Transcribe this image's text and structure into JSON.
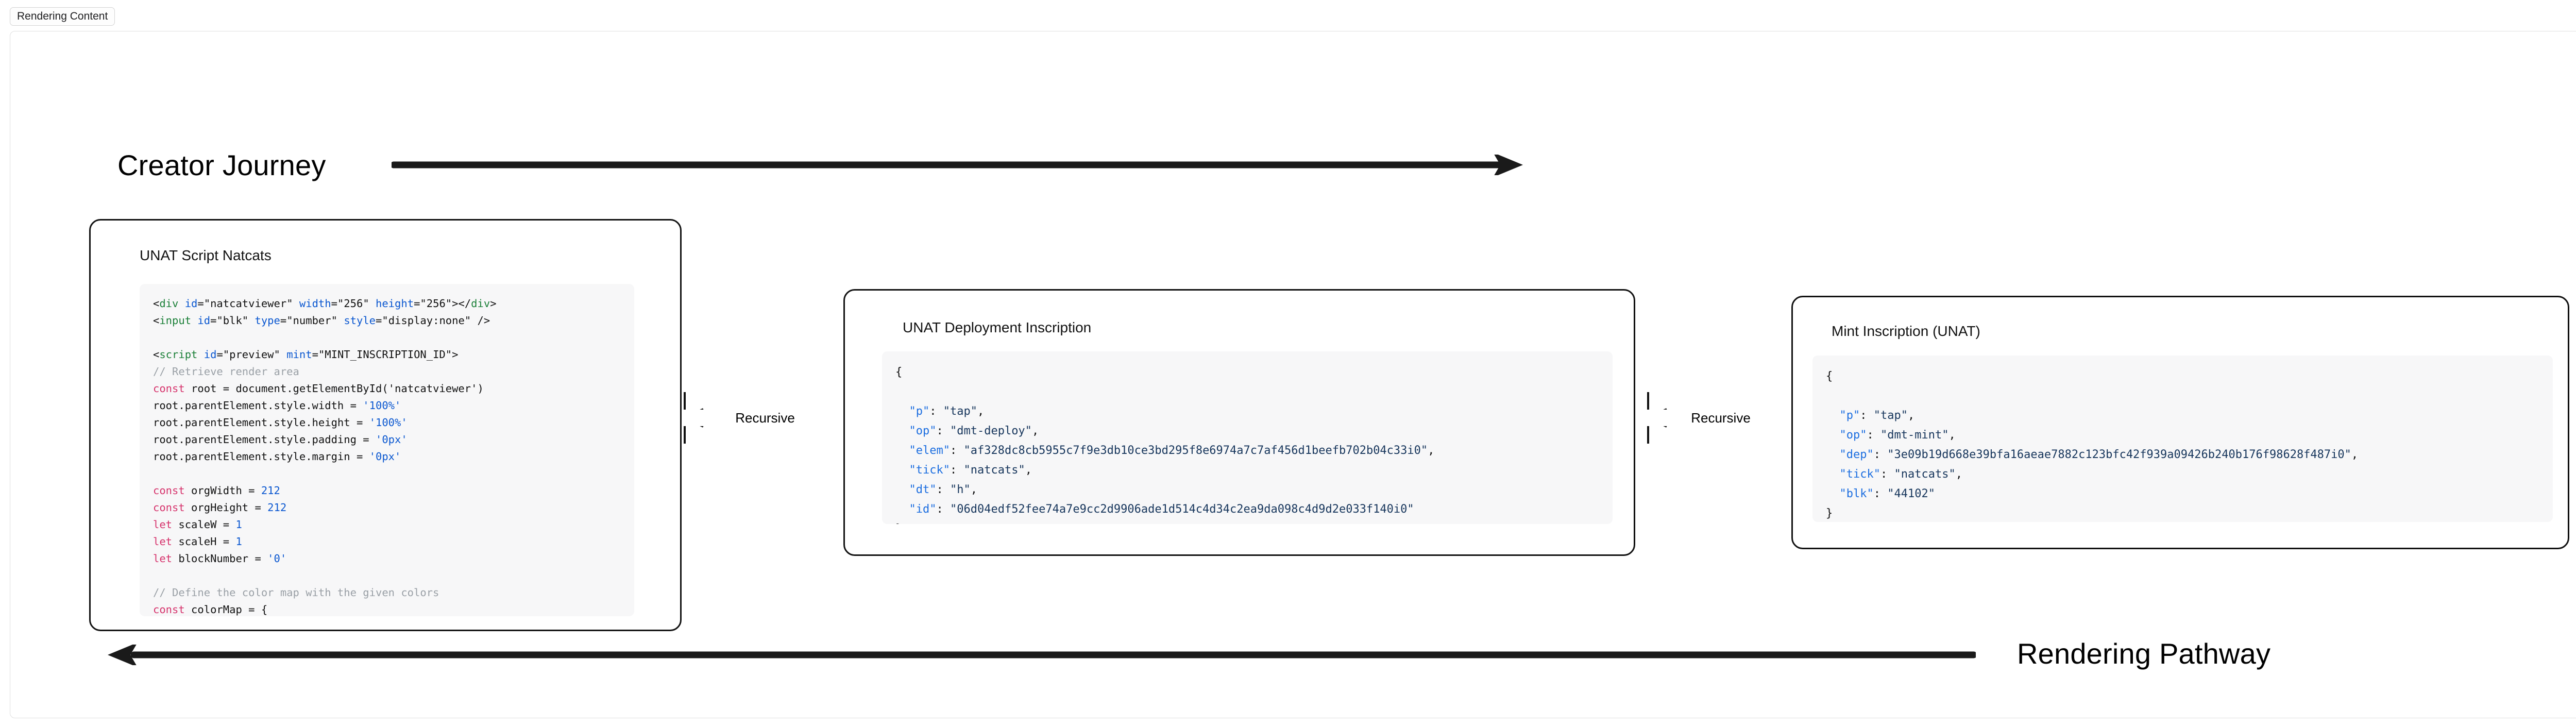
{
  "tab": {
    "label": "Rendering Content"
  },
  "headings": {
    "creator_journey": "Creator Journey",
    "rendering_pathway": "Rendering Pathway"
  },
  "connectors": [
    {
      "label": "Recursive",
      "direction": "left"
    },
    {
      "label": "Recursive",
      "direction": "left"
    }
  ],
  "panels": {
    "unat_script": {
      "title": "UNAT Script Natcats",
      "code_lines": [
        {
          "tokens": [
            {
              "t": "punct",
              "v": "<"
            },
            {
              "t": "tag",
              "v": "div"
            },
            {
              "t": "punct",
              "v": " "
            },
            {
              "t": "attr",
              "v": "id"
            },
            {
              "t": "punct",
              "v": "="
            },
            {
              "t": "str",
              "v": "\"natcatviewer\""
            },
            {
              "t": "punct",
              "v": " "
            },
            {
              "t": "attr",
              "v": "width"
            },
            {
              "t": "punct",
              "v": "="
            },
            {
              "t": "str",
              "v": "\"256\""
            },
            {
              "t": "punct",
              "v": " "
            },
            {
              "t": "attr",
              "v": "height"
            },
            {
              "t": "punct",
              "v": "="
            },
            {
              "t": "str",
              "v": "\"256\""
            },
            {
              "t": "punct",
              "v": "></"
            },
            {
              "t": "tag",
              "v": "div"
            },
            {
              "t": "punct",
              "v": ">"
            }
          ]
        },
        {
          "tokens": [
            {
              "t": "punct",
              "v": "<"
            },
            {
              "t": "tag",
              "v": "input"
            },
            {
              "t": "punct",
              "v": " "
            },
            {
              "t": "attr",
              "v": "id"
            },
            {
              "t": "punct",
              "v": "="
            },
            {
              "t": "str",
              "v": "\"blk\""
            },
            {
              "t": "punct",
              "v": " "
            },
            {
              "t": "attr",
              "v": "type"
            },
            {
              "t": "punct",
              "v": "="
            },
            {
              "t": "str",
              "v": "\"number\""
            },
            {
              "t": "punct",
              "v": " "
            },
            {
              "t": "attr",
              "v": "style"
            },
            {
              "t": "punct",
              "v": "="
            },
            {
              "t": "str",
              "v": "\"display:none\""
            },
            {
              "t": "punct",
              "v": " />"
            }
          ]
        },
        {
          "tokens": []
        },
        {
          "tokens": [
            {
              "t": "punct",
              "v": "<"
            },
            {
              "t": "tag",
              "v": "script"
            },
            {
              "t": "punct",
              "v": " "
            },
            {
              "t": "attr",
              "v": "id"
            },
            {
              "t": "punct",
              "v": "="
            },
            {
              "t": "str",
              "v": "\"preview\""
            },
            {
              "t": "punct",
              "v": " "
            },
            {
              "t": "attr",
              "v": "mint"
            },
            {
              "t": "punct",
              "v": "="
            },
            {
              "t": "str",
              "v": "\"MINT_INSCRIPTION_ID\""
            },
            {
              "t": "punct",
              "v": ">"
            }
          ]
        },
        {
          "tokens": [
            {
              "t": "com",
              "v": "// Retrieve render area"
            }
          ]
        },
        {
          "tokens": [
            {
              "t": "kw",
              "v": "const"
            },
            {
              "t": "punct",
              "v": " root = document.getElementById("
            },
            {
              "t": "str",
              "v": "'natcatviewer'"
            },
            {
              "t": "punct",
              "v": ")"
            }
          ]
        },
        {
          "tokens": [
            {
              "t": "punct",
              "v": "root.parentElement.style.width = "
            },
            {
              "t": "num",
              "v": "'100%'"
            }
          ]
        },
        {
          "tokens": [
            {
              "t": "punct",
              "v": "root.parentElement.style.height = "
            },
            {
              "t": "num",
              "v": "'100%'"
            }
          ]
        },
        {
          "tokens": [
            {
              "t": "punct",
              "v": "root.parentElement.style.padding = "
            },
            {
              "t": "num",
              "v": "'0px'"
            }
          ]
        },
        {
          "tokens": [
            {
              "t": "punct",
              "v": "root.parentElement.style.margin = "
            },
            {
              "t": "num",
              "v": "'0px'"
            }
          ]
        },
        {
          "tokens": []
        },
        {
          "tokens": [
            {
              "t": "kw",
              "v": "const"
            },
            {
              "t": "punct",
              "v": " orgWidth = "
            },
            {
              "t": "num",
              "v": "212"
            }
          ]
        },
        {
          "tokens": [
            {
              "t": "kw",
              "v": "const"
            },
            {
              "t": "punct",
              "v": " orgHeight = "
            },
            {
              "t": "num",
              "v": "212"
            }
          ]
        },
        {
          "tokens": [
            {
              "t": "kw",
              "v": "let"
            },
            {
              "t": "punct",
              "v": " scaleW = "
            },
            {
              "t": "num",
              "v": "1"
            }
          ]
        },
        {
          "tokens": [
            {
              "t": "kw",
              "v": "let"
            },
            {
              "t": "punct",
              "v": " scaleH = "
            },
            {
              "t": "num",
              "v": "1"
            }
          ]
        },
        {
          "tokens": [
            {
              "t": "kw",
              "v": "let"
            },
            {
              "t": "punct",
              "v": " blockNumber = "
            },
            {
              "t": "num",
              "v": "'0'"
            }
          ]
        },
        {
          "tokens": []
        },
        {
          "tokens": [
            {
              "t": "com",
              "v": "// Define the color map with the given colors"
            }
          ]
        },
        {
          "tokens": [
            {
              "t": "kw",
              "v": "const"
            },
            {
              "t": "punct",
              "v": " colorMap = {"
            }
          ]
        }
      ]
    },
    "deploy_inscription": {
      "title": "UNAT Deployment Inscription",
      "json_lines": [
        {
          "tokens": [
            {
              "t": "punct",
              "v": "{"
            }
          ]
        },
        {
          "tokens": []
        },
        {
          "tokens": [
            {
              "t": "punct",
              "v": "  "
            },
            {
              "t": "key",
              "v": "\"p\""
            },
            {
              "t": "punct",
              "v": ": "
            },
            {
              "t": "val",
              "v": "\"tap\""
            },
            {
              "t": "punct",
              "v": ","
            }
          ]
        },
        {
          "tokens": [
            {
              "t": "punct",
              "v": "  "
            },
            {
              "t": "key",
              "v": "\"op\""
            },
            {
              "t": "punct",
              "v": ": "
            },
            {
              "t": "val",
              "v": "\"dmt-deploy\""
            },
            {
              "t": "punct",
              "v": ","
            }
          ]
        },
        {
          "tokens": [
            {
              "t": "punct",
              "v": "  "
            },
            {
              "t": "key",
              "v": "\"elem\""
            },
            {
              "t": "punct",
              "v": ": "
            },
            {
              "t": "val",
              "v": "\"af328dc8cb5955c7f9e3db10ce3bd295f8e6974a7c7af456d1beefb702b04c33i0\""
            },
            {
              "t": "punct",
              "v": ","
            }
          ]
        },
        {
          "tokens": [
            {
              "t": "punct",
              "v": "  "
            },
            {
              "t": "key",
              "v": "\"tick\""
            },
            {
              "t": "punct",
              "v": ": "
            },
            {
              "t": "val",
              "v": "\"natcats\""
            },
            {
              "t": "punct",
              "v": ","
            }
          ]
        },
        {
          "tokens": [
            {
              "t": "punct",
              "v": "  "
            },
            {
              "t": "key",
              "v": "\"dt\""
            },
            {
              "t": "punct",
              "v": ": "
            },
            {
              "t": "val",
              "v": "\"h\""
            },
            {
              "t": "punct",
              "v": ","
            }
          ]
        },
        {
          "tokens": [
            {
              "t": "punct",
              "v": "  "
            },
            {
              "t": "key",
              "v": "\"id\""
            },
            {
              "t": "punct",
              "v": ": "
            },
            {
              "t": "val",
              "v": "\"06d04edf52fee74a7e9cc2d9906ade1d514c4d34c2ea9da098c4d9d2e033f140i0\""
            }
          ]
        },
        {
          "tokens": [
            {
              "t": "punct",
              "v": "}"
            }
          ]
        }
      ]
    },
    "mint_inscription": {
      "title": "Mint Inscription (UNAT)",
      "json_lines": [
        {
          "tokens": [
            {
              "t": "punct",
              "v": "{"
            }
          ]
        },
        {
          "tokens": []
        },
        {
          "tokens": [
            {
              "t": "punct",
              "v": "  "
            },
            {
              "t": "key",
              "v": "\"p\""
            },
            {
              "t": "punct",
              "v": ": "
            },
            {
              "t": "val",
              "v": "\"tap\""
            },
            {
              "t": "punct",
              "v": ","
            }
          ]
        },
        {
          "tokens": [
            {
              "t": "punct",
              "v": "  "
            },
            {
              "t": "key",
              "v": "\"op\""
            },
            {
              "t": "punct",
              "v": ": "
            },
            {
              "t": "val",
              "v": "\"dmt-mint\""
            },
            {
              "t": "punct",
              "v": ","
            }
          ]
        },
        {
          "tokens": [
            {
              "t": "punct",
              "v": "  "
            },
            {
              "t": "key",
              "v": "\"dep\""
            },
            {
              "t": "punct",
              "v": ": "
            },
            {
              "t": "val",
              "v": "\"3e09b19d668e39bfa16aeae7882c123bfc42f939a09426b240b176f98628f487i0\""
            },
            {
              "t": "punct",
              "v": ","
            }
          ]
        },
        {
          "tokens": [
            {
              "t": "punct",
              "v": "  "
            },
            {
              "t": "key",
              "v": "\"tick\""
            },
            {
              "t": "punct",
              "v": ": "
            },
            {
              "t": "val",
              "v": "\"natcats\""
            },
            {
              "t": "punct",
              "v": ","
            }
          ]
        },
        {
          "tokens": [
            {
              "t": "punct",
              "v": "  "
            },
            {
              "t": "key",
              "v": "\"blk\""
            },
            {
              "t": "punct",
              "v": ": "
            },
            {
              "t": "val",
              "v": "\"44102\""
            }
          ]
        },
        {
          "tokens": [
            {
              "t": "punct",
              "v": "}"
            }
          ]
        }
      ]
    }
  },
  "colors": {
    "panel_border": "#111111",
    "code_background": "#f7f7f8",
    "json_key": "#1c6ee0",
    "json_value": "#17365c",
    "keyword": "#d6336c",
    "tag": "#1a7f37",
    "attribute": "#0a57d0",
    "comment": "#9aa0a6",
    "arrow": "#1a1a1a"
  }
}
